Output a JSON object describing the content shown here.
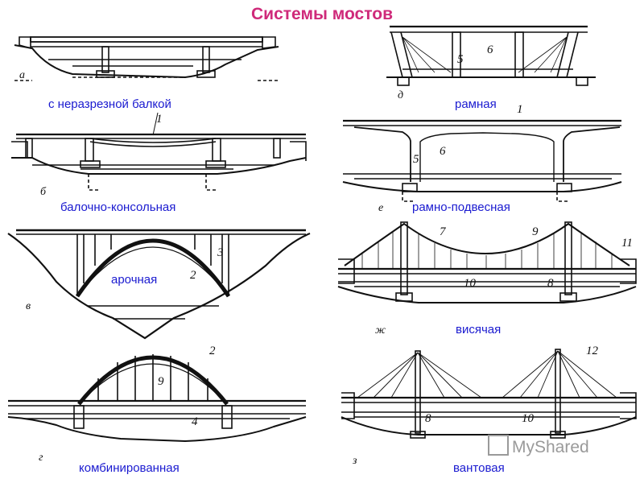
{
  "title": "Системы мостов",
  "labels": {
    "continuous": "с неразрезной балкой",
    "cantilever": "балочно-консольная",
    "arch": "арочная",
    "combined": "комбинированная",
    "frame": "рамная",
    "frame_suspended": "рамно-подвесная",
    "suspension": "висячая",
    "cable_stayed": "вантовая"
  },
  "letters": {
    "a": "а",
    "b": "б",
    "v": "в",
    "g": "г",
    "d": "д",
    "e": "е",
    "zh": "ж",
    "z": "з"
  },
  "numbers": {
    "n1": "1",
    "n2": "2",
    "n3": "3",
    "n4": "4",
    "n5": "5",
    "n6": "6",
    "n7": "7",
    "n8": "8",
    "n9": "9",
    "n10": "10",
    "n11": "11",
    "n12": "12"
  },
  "watermark": "MyShared",
  "colors": {
    "title": "#cf2a7a",
    "label": "#1a1ad0",
    "ink": "#111111",
    "watermark": "#9a9a9a"
  }
}
